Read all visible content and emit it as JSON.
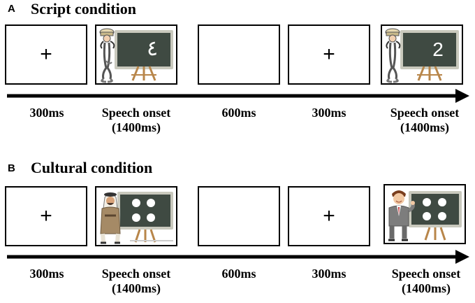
{
  "panels": [
    {
      "letter": "A",
      "title": "Script condition",
      "trials": [
        {
          "type": "fixation",
          "symbol": "+",
          "label": "300ms",
          "label2": ""
        },
        {
          "type": "stimulus",
          "board_content": "٤",
          "character": "chef",
          "label": "Speech onset",
          "label2": "(1400ms)"
        },
        {
          "type": "blank",
          "label": "600ms",
          "label2": ""
        },
        {
          "type": "fixation",
          "symbol": "+",
          "label": "300ms",
          "label2": ""
        },
        {
          "type": "stimulus",
          "board_content": "2",
          "character": "chef",
          "label": "Speech onset",
          "label2": "(1400ms)"
        }
      ]
    },
    {
      "letter": "B",
      "title": "Cultural condition",
      "trials": [
        {
          "type": "fixation",
          "symbol": "+",
          "label": "300ms",
          "label2": ""
        },
        {
          "type": "stimulus",
          "board_content": "four-dots",
          "character": "arab-man",
          "label": "Speech onset",
          "label2": "(1400ms)"
        },
        {
          "type": "blank",
          "label": "600ms",
          "label2": ""
        },
        {
          "type": "fixation",
          "symbol": "+",
          "label": "300ms",
          "label2": ""
        },
        {
          "type": "stimulus",
          "board_content": "four-dots",
          "character": "businessman",
          "label": "Speech onset",
          "label2": "(1400ms)"
        }
      ]
    }
  ],
  "colors": {
    "board": "#3f4a42",
    "board_frame": "#c9c9bd",
    "easel": "#b8864a",
    "arrow": "#000000"
  }
}
